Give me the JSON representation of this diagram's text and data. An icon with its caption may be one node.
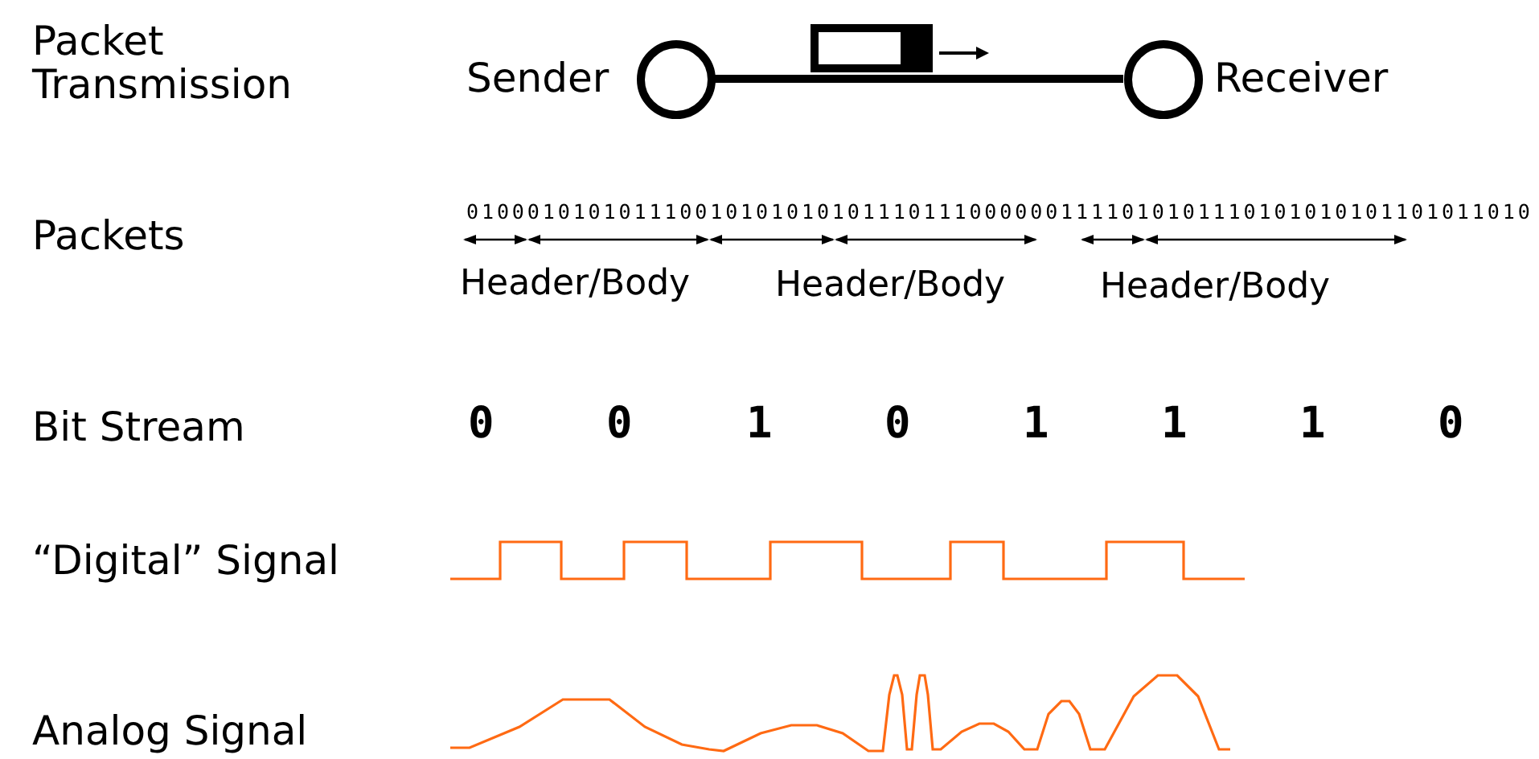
{
  "diagram": {
    "nodes": [
      {
        "text": [],
        "shape": "circle",
        "beside": [
          "Sender"
        ]
      },
      {
        "text": [],
        "shape": "circle",
        "beside": [
          "Receiver"
        ]
      }
    ],
    "edges": [
      {
        "from": 0,
        "to": 1,
        "arrow": "none"
      }
    ],
    "labels": [
      "Packet Transmission",
      "Packets",
      "0100010101011100101010101011101110000001111010101110101010101101011010",
      "Header/Body",
      "Header/Body",
      "Header/Body",
      "Bit Stream",
      "0",
      "0",
      "1",
      "0",
      "1",
      "1",
      "1",
      "0",
      "“Digital” Signal",
      "Analog Signal"
    ]
  }
}
